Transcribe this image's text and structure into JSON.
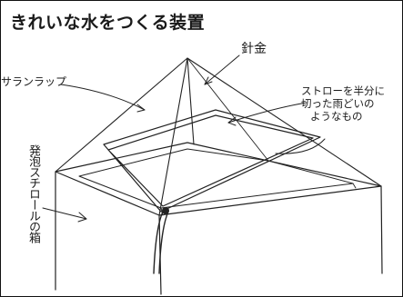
{
  "labels": {
    "title": "きれいな水をつくる装置",
    "wire": "針金",
    "plastic_wrap": "サランラップ",
    "rain_gutter_line1": "ストローを半分に",
    "rain_gutter_line2": "切った雨どいの",
    "rain_gutter_line3": "ようなもの",
    "foam_box": "発泡スチロールの箱"
  },
  "colors": {
    "paper": "#ffffff",
    "ink": "#222222"
  }
}
